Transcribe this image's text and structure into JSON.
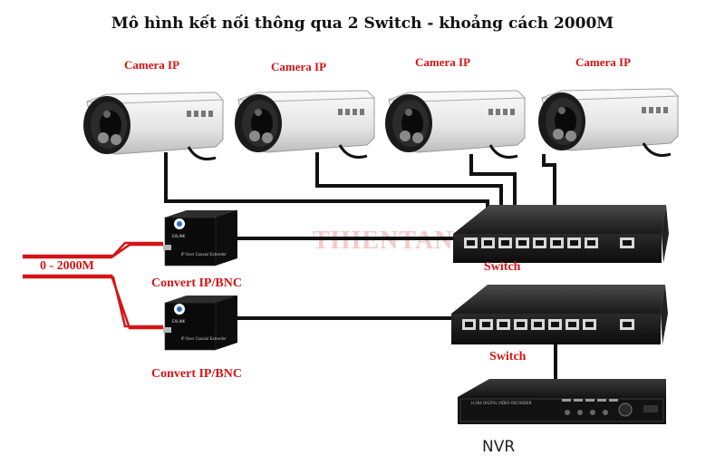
{
  "title": "Mô hình kết nối thông qua 2 Switch - khoảng cách 2000M",
  "cameras": [
    {
      "label": "Camera IP"
    },
    {
      "label": "Camera IP"
    },
    {
      "label": "Camera IP"
    },
    {
      "label": "Camera IP"
    }
  ],
  "converters": [
    {
      "label": "Convert  IP/BNC",
      "device_text": "IP Over Coaxial Extender"
    },
    {
      "label": "Convert  IP/BNC",
      "device_text": "IP Over Coaxial Extender"
    }
  ],
  "switches": [
    {
      "label": "Switch"
    },
    {
      "label": "Switch"
    }
  ],
  "distance_label": "0 - 2000M",
  "nvr_label": "NVR",
  "watermark": "THIENTAN",
  "colors": {
    "red": "#d41414",
    "cable": "#111111",
    "red_cable": "#d41414"
  }
}
